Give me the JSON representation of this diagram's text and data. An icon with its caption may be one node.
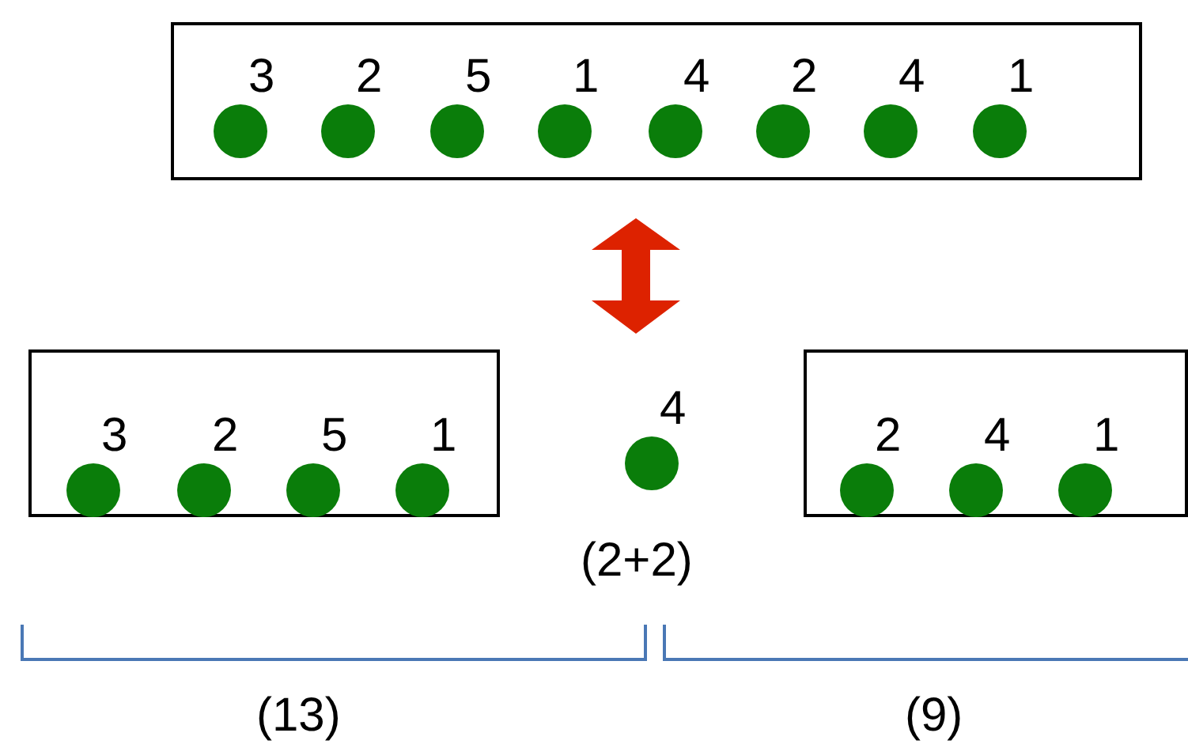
{
  "diagram": {
    "nodes": [
      {
        "text": [],
        "shape": "box"
      },
      {
        "text": [
          "3"
        ],
        "in": 0
      },
      {
        "text": [
          "2"
        ],
        "in": 0
      },
      {
        "text": [
          "5"
        ],
        "in": 0
      },
      {
        "text": [
          "1"
        ],
        "in": 0
      },
      {
        "text": [
          "4"
        ],
        "in": 0
      },
      {
        "text": [
          "2"
        ],
        "in": 0
      },
      {
        "text": [
          "4"
        ],
        "in": 0
      },
      {
        "text": [
          "1"
        ],
        "in": 0
      },
      {
        "text": [],
        "shape": "box"
      },
      {
        "text": [
          "3"
        ],
        "in": 9
      },
      {
        "text": [
          "2"
        ],
        "in": 9
      },
      {
        "text": [
          "5"
        ],
        "in": 9
      },
      {
        "text": [
          "1"
        ],
        "in": 9
      },
      {
        "text": [
          "4"
        ],
        "beside": [
          "(2+2)"
        ]
      },
      {
        "text": [],
        "shape": "box"
      },
      {
        "text": [
          "2"
        ],
        "in": 15
      },
      {
        "text": [
          "4"
        ],
        "in": 15
      },
      {
        "text": [
          "1"
        ],
        "in": 15
      }
    ],
    "labels": [
      "(13)",
      "(9)"
    ]
  }
}
